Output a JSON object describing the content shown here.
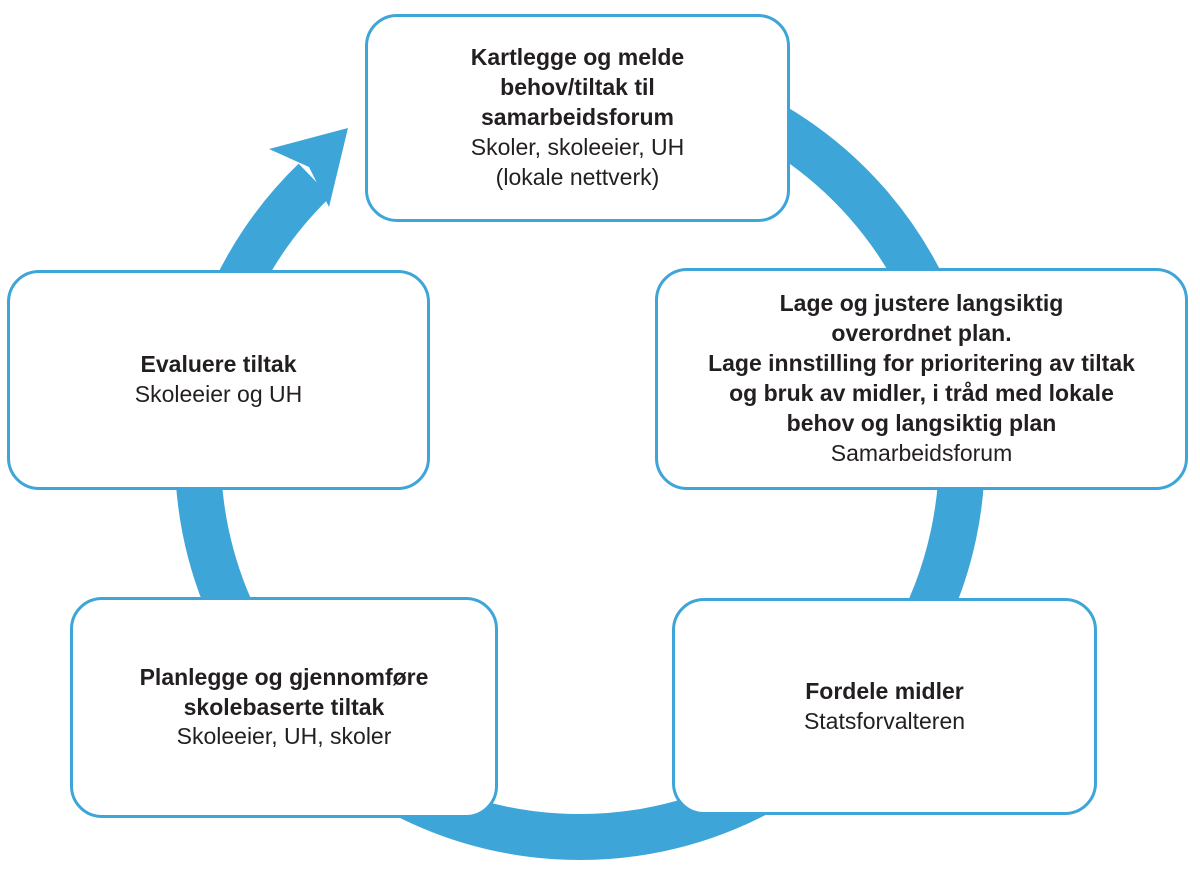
{
  "figure": {
    "type": "cycle-diagram",
    "flow_direction": "clockwise",
    "colors": {
      "accent": "#3EA5D8",
      "text": "#231F20",
      "background": "#FFFFFF"
    },
    "steps": [
      {
        "position": "top",
        "title": "Kartlegge og melde\nbehov/tiltak til\nsamarbeidsforum",
        "actors": "Skoler, skoleeier, UH\n(lokale nettverk)"
      },
      {
        "position": "right",
        "title": "Lage og justere langsiktig\noverordnet plan.\nLage innstilling for prioritering av tiltak\nog bruk av midler, i tråd med lokale\nbehov og langsiktig plan",
        "actors": "Samarbeidsforum"
      },
      {
        "position": "bottom-right",
        "title": "Fordele midler",
        "actors": "Statsforvalteren"
      },
      {
        "position": "bottom-left",
        "title": "Planlegge og gjennomføre\nskolebaserte tiltak",
        "actors": "Skoleeier, UH, skoler"
      },
      {
        "position": "left",
        "title": "Evaluere tiltak",
        "actors": "Skoleeier og UH"
      }
    ]
  }
}
